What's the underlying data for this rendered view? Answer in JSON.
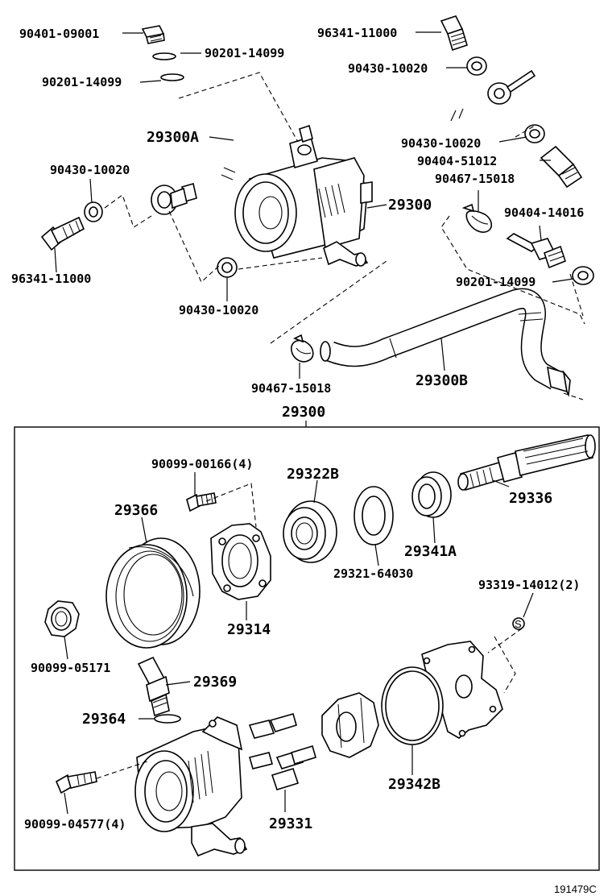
{
  "labels": {
    "p90401_09001": "90401-09001",
    "p90201_14099_a": "90201-14099",
    "p90201_14099_b": "90201-14099",
    "p96341_11000_a": "96341-11000",
    "p90430_10020_a": "90430-10020",
    "p29300A": "29300A",
    "p90430_10020_b": "90430-10020",
    "p90404_51012": "90404-51012",
    "p90467_15018_a": "90467-15018",
    "p90430_10020_c": "90430-10020",
    "p29300_a": "29300",
    "p90404_14016": "90404-14016",
    "p96341_11000_b": "96341-11000",
    "p90201_14099_c": "90201-14099",
    "p90430_10020_d": "90430-10020",
    "p90467_15018_b": "90467-15018",
    "p29300B": "29300B",
    "p29300_b": "29300",
    "p90099_00166": "90099-00166(4)",
    "p29322B": "29322B",
    "p29336": "29336",
    "p29366": "29366",
    "p29341A": "29341A",
    "p29321_64030": "29321-64030",
    "p93319_14012": "93319-14012(2)",
    "p29314": "29314",
    "p90099_05171": "90099-05171",
    "p29369": "29369",
    "p29364": "29364",
    "p29342B": "29342B",
    "p90099_04577": "90099-04577(4)",
    "p29331": "29331"
  },
  "marker_glyph": "S",
  "reference_code": "191479C"
}
